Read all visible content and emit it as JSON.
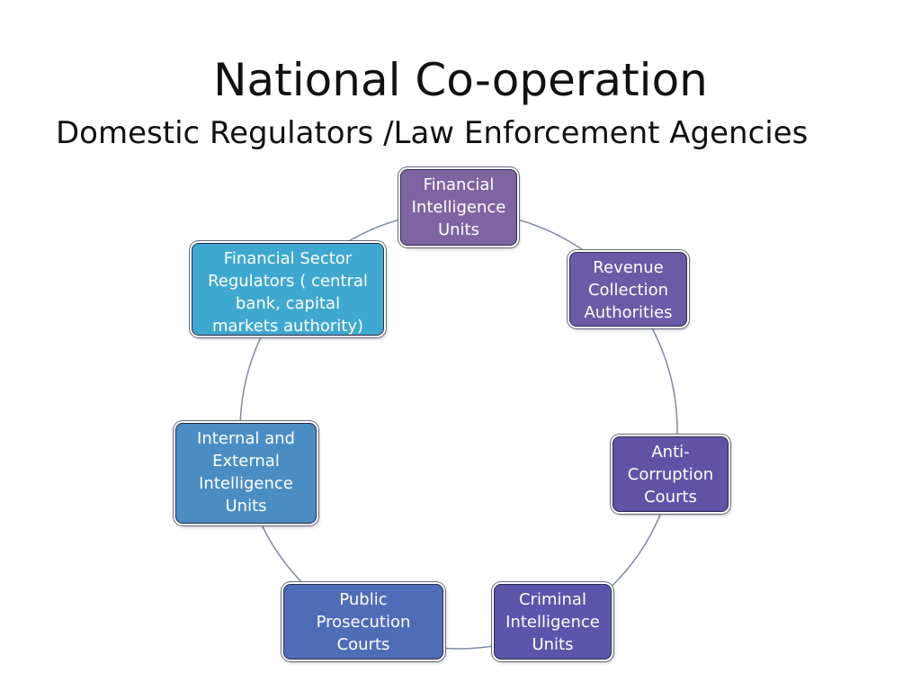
{
  "title": "National Co-operation",
  "subtitle": "Domestic Regulators /Law Enforcement Agencies",
  "diagram": {
    "type": "cycle",
    "ring_color": "#7f8aa2",
    "nodes": [
      {
        "id": "fiu",
        "label": "Financial\nIntelligence\nUnits",
        "color": "#8064a2"
      },
      {
        "id": "revenue",
        "label": "Revenue\nCollection\nAuthorities",
        "color": "#6b5aa6"
      },
      {
        "id": "anticorruption",
        "label": "Anti-\nCorruption\nCourts",
        "color": "#6152a8"
      },
      {
        "id": "criminal",
        "label": "Criminal\nIntelligence\nUnits",
        "color": "#5a56ab"
      },
      {
        "id": "prosecution",
        "label": "Public\nProsecution\nCourts",
        "color": "#4f6cb7"
      },
      {
        "id": "intel",
        "label": "Internal and\nExternal\nIntelligence\nUnits",
        "color": "#4a8dc4"
      },
      {
        "id": "regulators",
        "label": "Financial Sector\nRegulators ( central\nbank, capital\nmarkets authority)",
        "color": "#3fa8d0"
      }
    ]
  }
}
